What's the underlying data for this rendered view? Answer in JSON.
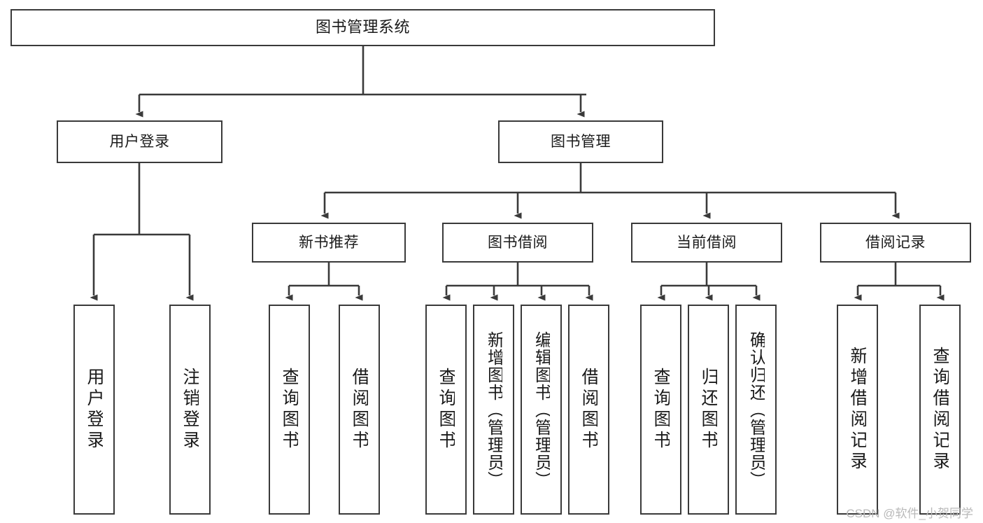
{
  "diagram": {
    "title": "图书管理系统",
    "type": "function-structure-tree",
    "watermark": "CSDN @软件_小贺同学",
    "colors": {
      "stroke": "#3a3a3a",
      "box_fill": "#ffffff",
      "text": "#1a1a1a",
      "watermark": "#b9b9b9",
      "background": "#ffffff"
    },
    "nodes": {
      "root": {
        "label": "图书管理系统"
      },
      "level1": [
        {
          "label": "用户登录"
        },
        {
          "label": "图书管理"
        }
      ],
      "level2": [
        {
          "label": "新书推荐"
        },
        {
          "label": "图书借阅"
        },
        {
          "label": "当前借阅"
        },
        {
          "label": "借阅记录"
        }
      ],
      "leaves": {
        "user_login": [
          {
            "label": "用户登录"
          },
          {
            "label": "注销登录"
          }
        ],
        "new_book_recommend": [
          {
            "label": "查询图书"
          },
          {
            "label": "借阅图书"
          }
        ],
        "book_borrow": [
          {
            "label": "查询图书"
          },
          {
            "label": "新增图书（管理员）"
          },
          {
            "label": "编辑图书（管理员）"
          },
          {
            "label": "借阅图书"
          }
        ],
        "current_borrow": [
          {
            "label": "查询图书"
          },
          {
            "label": "归还图书"
          },
          {
            "label": "确认归还（管理员）"
          }
        ],
        "borrow_record": [
          {
            "label": "新增借阅记录"
          },
          {
            "label": "查询借阅记录"
          }
        ]
      }
    }
  }
}
